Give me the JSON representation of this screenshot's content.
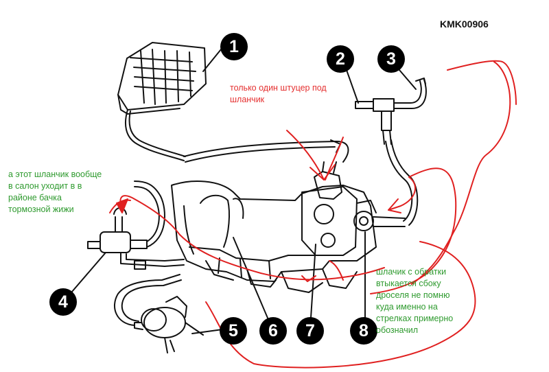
{
  "diagram_code": "KMK00906",
  "callouts": [
    "1",
    "2",
    "3",
    "4",
    "5",
    "6",
    "7",
    "8"
  ],
  "notes": {
    "red_top": "только один штуцер под\nшланчик",
    "green_left": "а этот шланчик  вообще\nв салон уходит в в\nрайоне  бачка\nтормозной жижи",
    "green_right": "шлачик с обратки\nвтыкается сбоку\nдроселя не помню\nкуда именно на\nстрелках примерно\nобозначил"
  },
  "colors": {
    "callout_fill": "#000000",
    "line": "#111111",
    "annotation_red": "#e02020",
    "note_red": "#e53030",
    "note_green": "#2e9a2e"
  }
}
